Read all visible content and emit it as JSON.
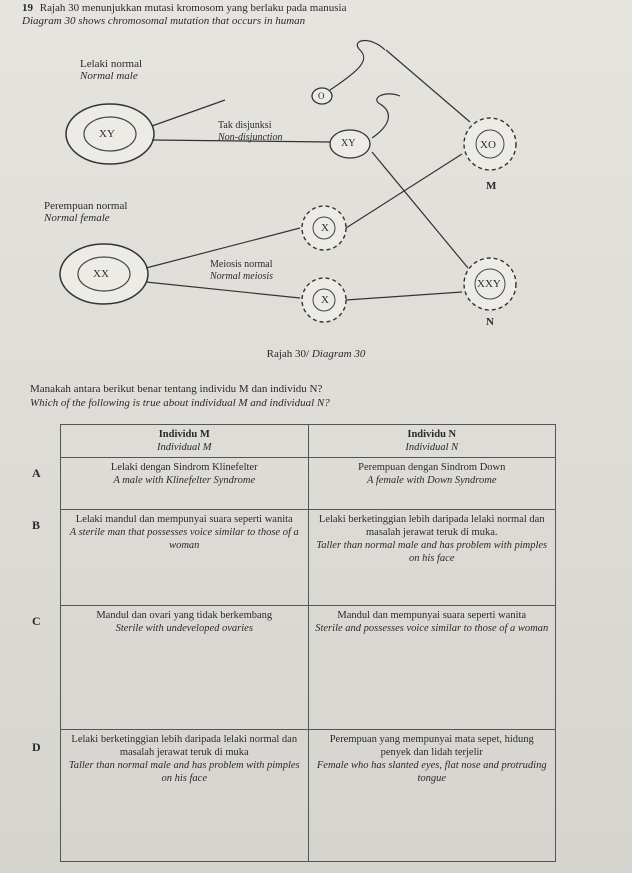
{
  "question_header": {
    "number": "19",
    "text_ms": "Rajah 30 menunjukkan mutasi kromosom yang berlaku pada manusia",
    "text_en": "Diagram 30 shows chromosomal mutation that occurs in human"
  },
  "diagram": {
    "male_label_ms": "Lelaki normal",
    "male_label_en": "Normal male",
    "male_cell": "XY",
    "female_label_ms": "Perempuan normal",
    "female_label_en": "Normal female",
    "female_cell": "XX",
    "nondisjunction_ms": "Tak disjunksi",
    "nondisjunction_en": "Non-disjunction",
    "sperm_xy": "XY",
    "sperm_o": "O",
    "egg_top": "X",
    "egg_bottom": "X",
    "meiosis_ms": "Meiosis normal",
    "meiosis_en": "Normal meiosis",
    "zygote_m": "XO",
    "zygote_m_label": "M",
    "zygote_n": "XXY",
    "zygote_n_label": "N"
  },
  "caption": {
    "ms": "Rajah 30/",
    "en": "Diagram 30"
  },
  "question": {
    "ms": "Manakah antara berikut benar tentang individu M dan individu N?",
    "en": "Which of the following is true about individual M and individual N?"
  },
  "table": {
    "col_m_ms": "Individu M",
    "col_m_en": "Individual M",
    "col_n_ms": "Individu N",
    "col_n_en": "Individual N",
    "options": [
      {
        "letter": "A",
        "m_ms": "Lelaki dengan Sindrom Klinefelter",
        "m_en": "A male with Klinefelter Syndrome",
        "n_ms": "Perempuan dengan Sindrom Down",
        "n_en": "A female with Down Syndrome"
      },
      {
        "letter": "B",
        "m_ms": "Lelaki mandul dan mempunyai suara seperti wanita",
        "m_en": "A sterile man that possesses voice similar to those of a woman",
        "n_ms": "Lelaki berketinggian lebih daripada lelaki normal dan masalah jerawat teruk di muka.",
        "n_en": "Taller than normal male and has problem with pimples on his face"
      },
      {
        "letter": "C",
        "m_ms": "Mandul dan ovari yang tidak berkembang",
        "m_en": "Sterile with undeveloped ovaries",
        "n_ms": "Mandul dan mempunyai suara seperti wanita",
        "n_en": "Sterile and possesses voice similar to those of a woman"
      },
      {
        "letter": "D",
        "m_ms": "Lelaki berketinggian lebih daripada lelaki normal dan masalah jerawat teruk di muka",
        "m_en": "Taller than normal male and has problem with pimples on his face",
        "n_ms": "Perempuan yang mempunyai mata sepet, hidung penyek dan lidah terjelir",
        "n_en": "Female who has slanted eyes, flat nose and protruding tongue"
      }
    ]
  }
}
